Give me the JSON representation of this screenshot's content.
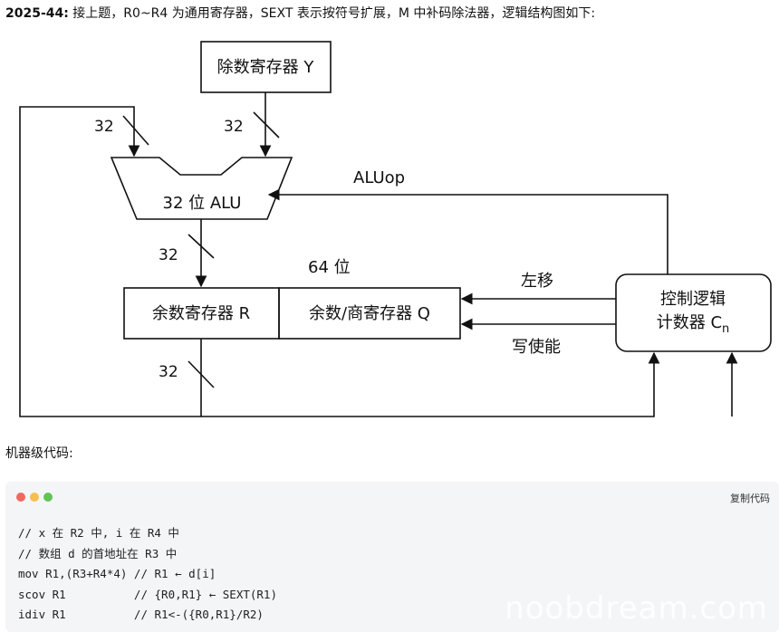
{
  "question": {
    "number": "2025-44:",
    "text": " 接上题，R0~R4 为通用寄存器，SEXT 表示按符号扩展，M 中补码除法器，逻辑结构图如下:"
  },
  "diagram": {
    "divisor_register": "除数寄存器 Y",
    "alu": "32 位 ALU",
    "remainder_register": "余数寄存器 R",
    "quotient_register": "余数/商寄存器 Q",
    "control_logic_line1": "控制逻辑",
    "control_logic_line2": "计数器 C",
    "control_logic_sub": "n",
    "bus_width_left_in": "32",
    "bus_width_right_in": "32",
    "bus_width_alu_out": "32",
    "bus_width_r_out": "32",
    "width_64": "64 位",
    "aluop_label": "ALUop",
    "shift_left_label": "左移",
    "write_enable_label": "写使能"
  },
  "code_section": {
    "label": "机器级代码:",
    "copy_label": "复制代码",
    "dot_colors": [
      "#ed6a5e",
      "#f5bf4f",
      "#61c554"
    ],
    "lines": [
      "// x 在 R2 中, i 在 R4 中",
      "// 数组 d 的首地址在 R3 中",
      "mov R1,(R3+R4*4) // R1 ← d[i]",
      "scov R1          // {R0,R1} ← SEXT(R1)",
      "idiv R1          // R1<-({R0,R1}/R2)"
    ]
  },
  "watermark": "noobdream.com"
}
